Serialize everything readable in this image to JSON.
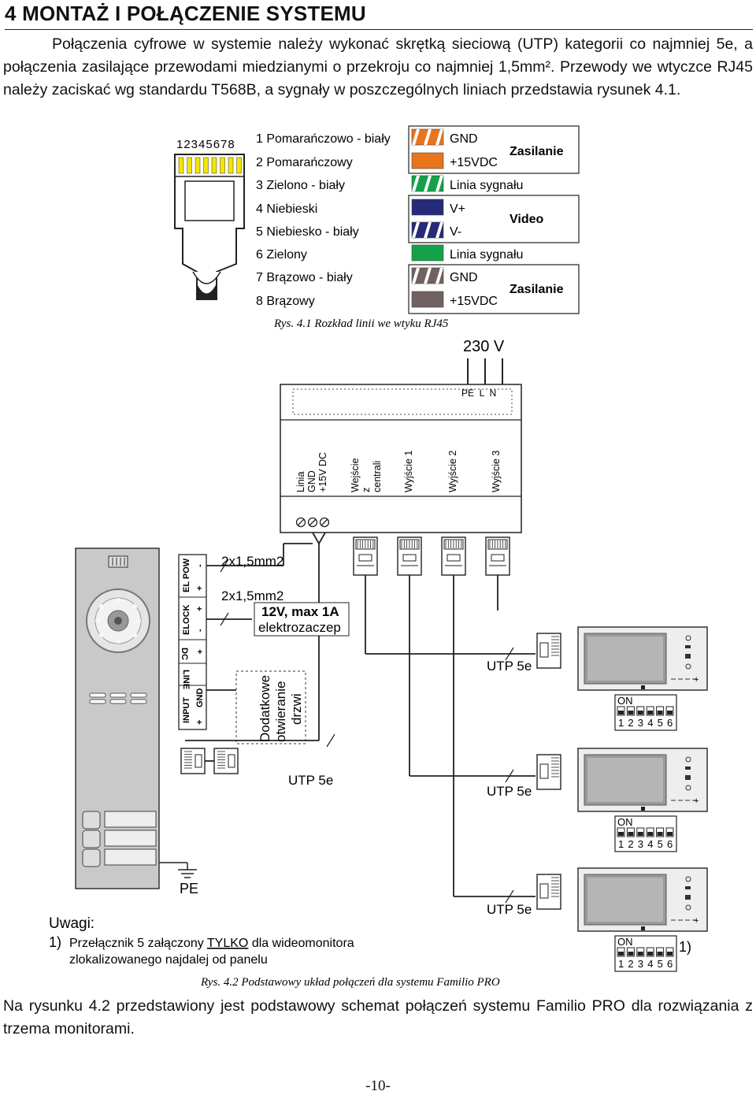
{
  "heading": "4 MONTAŻ I POŁĄCZENIE SYSTEMU",
  "paragraph1": "Połączenia cyfrowe w systemie należy wykonać skrętką sieciową (UTP) kategorii co najmniej 5e, a połączenia zasilające przewodami miedzianymi o przekroju co najmniej 1,5mm². Przewody we wtyczce RJ45 należy zaciskać wg standardu T568B, a sygnały w poszczególnych liniach przedstawia rysunek 4.1.",
  "figure1": {
    "pin_numbers": "12345678",
    "wires": [
      {
        "label": "1 Pomarańczowo - biały",
        "color": "#e8741c",
        "striped": true,
        "signal": "GND"
      },
      {
        "label": "2 Pomarańczowy",
        "color": "#e8741c",
        "striped": false,
        "signal": "+15VDC"
      },
      {
        "label": "3 Zielono - biały",
        "color": "#13a24a",
        "striped": true,
        "signal": "Linia sygnału"
      },
      {
        "label": "4 Niebieski",
        "color": "#262a7a",
        "striped": false,
        "signal": "V+"
      },
      {
        "label": "5 Niebiesko - biały",
        "color": "#262a7a",
        "striped": true,
        "signal": "V-"
      },
      {
        "label": "6 Zielony",
        "color": "#13a24a",
        "striped": false,
        "signal": "Linia sygnału"
      },
      {
        "label": "7 Brązowo - biały",
        "color": "#6f6260",
        "striped": true,
        "signal": "GND"
      },
      {
        "label": "8 Brązowy",
        "color": "#6f6260",
        "striped": false,
        "signal": "+15VDC"
      }
    ],
    "groups": [
      "Zasilanie",
      "Video",
      "Zasilanie"
    ],
    "caption": "Rys. 4.1 Rozkład linii we wtyku RJ45"
  },
  "figure2": {
    "voltage": "230 V",
    "power_terminals": "PE  L  N",
    "psu_labels": [
      "Linia",
      "GND",
      "+15V DC",
      "Wejście",
      "z",
      "centrali",
      "Wyjście 1",
      "Wyjście 2",
      "Wyjście 3"
    ],
    "panel_terminals": {
      "el_pow": "EL POW",
      "elock": "ELOCK",
      "dc": "DC",
      "line": "LINE",
      "input": "INPUT",
      "gnd": "GND",
      "minus": "-",
      "plus": "+"
    },
    "wire1": "2x1,5mm2",
    "wire2": "2x1,5mm2",
    "lock_line1": "12V, max 1A",
    "lock_line2": "elektrozaczep",
    "door_text": [
      "Dodatkowe",
      "otwieranie",
      "drzwi"
    ],
    "utp": "UTP 5e",
    "pe": "PE",
    "dip_on": "ON",
    "dip_numbers": [
      "1",
      "2",
      "3",
      "4",
      "5",
      "6"
    ],
    "footnote_mark": "1)",
    "notes_title": "Uwagi:",
    "note_number": "1)",
    "note_line1": "Przełącznik 5 załączony",
    "note_emph": "TYLKO",
    "note_line1b": "dla wideomonitora",
    "note_line2": "zlokalizowanego najdalej od panelu",
    "caption": "Rys. 4.2 Podstawowy układ połączeń dla systemu Familio PRO"
  },
  "paragraph2": "Na rysunku 4.2 przedstawiony jest podstawowy schemat połączeń systemu Familio PRO dla rozwiązania z trzema monitorami.",
  "page_number": "-10-"
}
